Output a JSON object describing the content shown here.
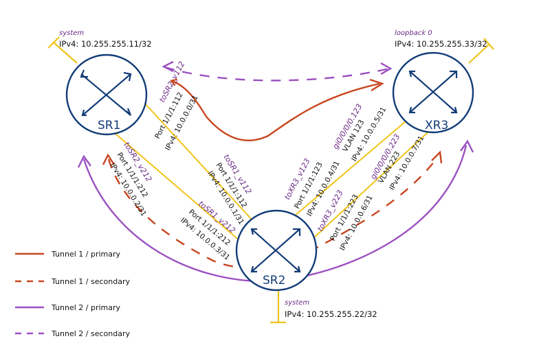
{
  "colors": {
    "link": "#f0c419",
    "router": "#123c78",
    "tunnel1": "#c8451e",
    "tunnel2": "#9b4fc0",
    "label_purple": "#6a2a86"
  },
  "routers": {
    "sr1": {
      "label": "SR1",
      "system_title": "system",
      "system_ip": "IPv4: 10.255.255.11/32"
    },
    "xr3": {
      "label": "XR3",
      "system_title": "loopback 0",
      "system_ip": "IPv4: 10.255.255.33/32"
    },
    "sr2": {
      "label": "SR2",
      "system_title": "system",
      "system_ip": "IPv4: 10.255.255.22/32"
    }
  },
  "links": {
    "sr1_v112": {
      "name": "toSR2_v112",
      "port": "Port 1/1/1:112",
      "ip": "IPv4: 10.0.0.0/31"
    },
    "sr1_v212": {
      "name": "toSR2_v212",
      "port": "Port 1/1/1:212",
      "ip": "IPv4: 10.0.0.2/31"
    },
    "sr2_v112": {
      "name": "toSR1_v112",
      "port": "Port 1/1/1:112",
      "ip": "IPv4: 10.0.0.1/31"
    },
    "sr2_v212": {
      "name": "toSR1_v212",
      "port": "Port 1/1/1:212",
      "ip": "IPv4: 10.0.0.3/31"
    },
    "sr2_v123": {
      "name": "toXR3_v123",
      "port": "Port 1/1/1:123",
      "ip": "IPv4: 10.0.0.4/31"
    },
    "sr2_v223": {
      "name": "toXR3_v223",
      "port": "Port 1/1/1:223",
      "ip": "IPv4: 10.0.0.6/31"
    },
    "xr3_123": {
      "name": "gi0/0/0/0.123",
      "vlan": "VLAN 123",
      "ip": "IPv4: 10.0.0.5/31"
    },
    "xr3_223": {
      "name": "gi0/0/0/0.223",
      "vlan": "VLAN 223",
      "ip": "IPv4: 10.0.0.7/31"
    }
  },
  "legend": [
    {
      "label": "Tunnel 1 / primary",
      "style": "solid",
      "color": "#c8451e"
    },
    {
      "label": "Tunnel 1 / secondary",
      "style": "dashed",
      "color": "#c8451e"
    },
    {
      "label": "Tunnel 2 / primary",
      "style": "solid",
      "color": "#9b4fc0"
    },
    {
      "label": "Tunnel 2 / secondary",
      "style": "dashed",
      "color": "#9b4fc0"
    }
  ]
}
